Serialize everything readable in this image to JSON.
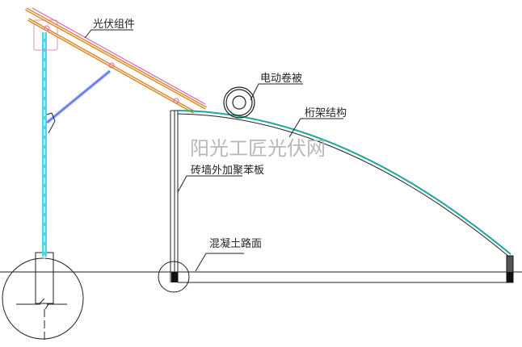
{
  "diagram": {
    "labels": {
      "pv_module": "光伏组件",
      "electric_quilt": "电动卷被",
      "truss": "桁架结构",
      "brick_wall": "砖墙外加聚苯板",
      "concrete_road": "混凝土路面"
    },
    "watermark": "阳光工匠光伏网",
    "colors": {
      "rail": "#d98c2b",
      "module": "#e060c0",
      "pole": "#4fd6e6",
      "brace": "#6a7cf0",
      "truss": "#1aa89a",
      "line": "#222222"
    }
  }
}
